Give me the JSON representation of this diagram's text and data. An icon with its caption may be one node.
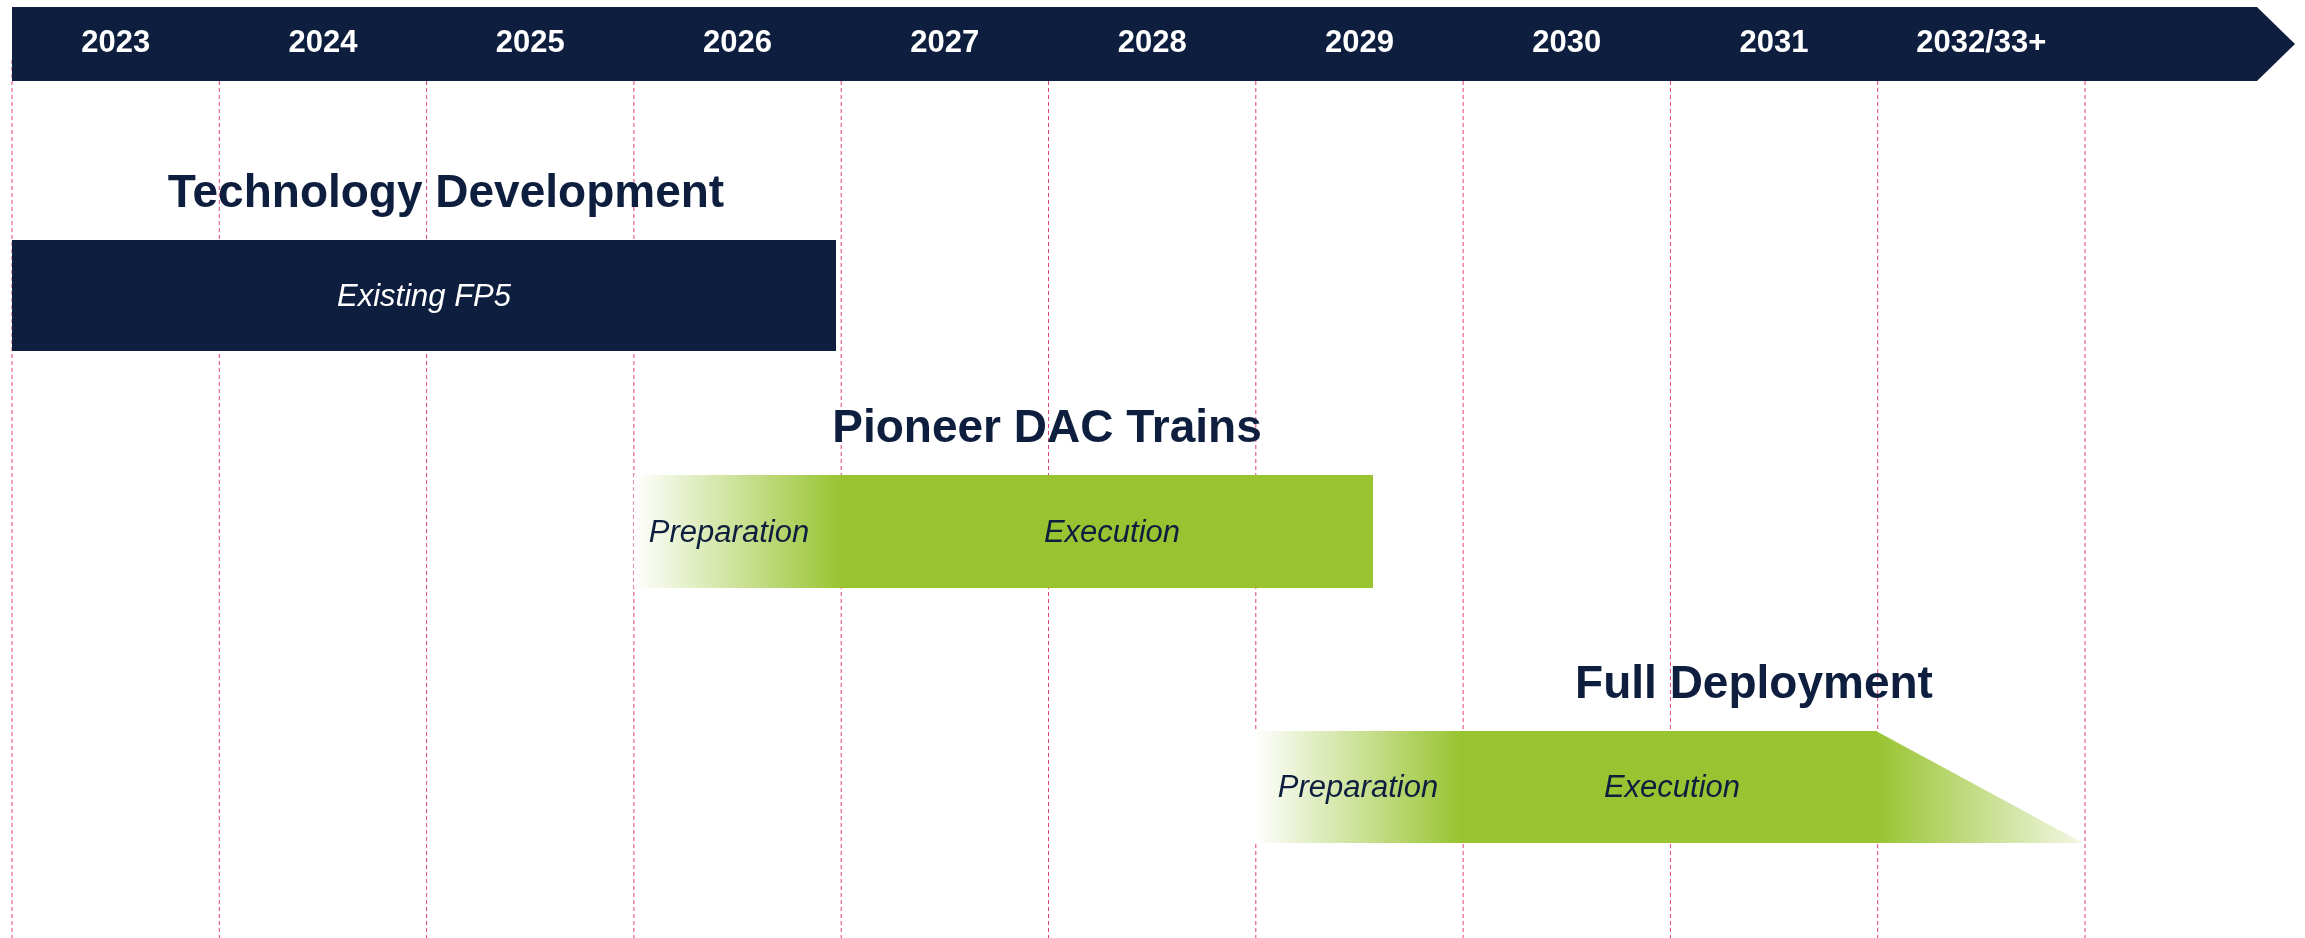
{
  "diagram": {
    "nodes": [
      {
        "text": [
          "Technology Development",
          "Existing FP5"
        ]
      },
      {
        "text": [
          "Pioneer DAC Trains",
          "Preparation",
          "Execution"
        ]
      },
      {
        "text": [
          "Full Deployment",
          "Preparation",
          "Execution"
        ]
      }
    ],
    "labels": [
      "2023",
      "2024",
      "2025",
      "2026",
      "2027",
      "2028",
      "2029",
      "2030",
      "2031",
      "2032/33+"
    ]
  }
}
